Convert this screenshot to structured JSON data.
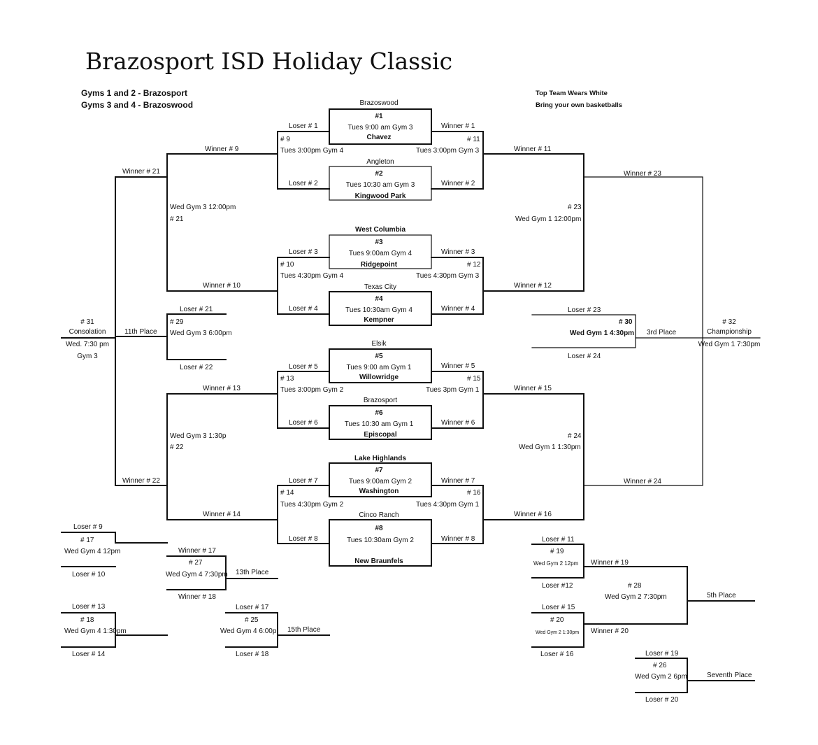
{
  "title": "Brazosport ISD Holiday Classic",
  "header": {
    "gyms_line1": "Gyms 1 and 2 - Brazosport",
    "gyms_line2": "Gyms 3 and 4 - Brazoswood",
    "note1": "Top Team Wears White",
    "note2": "Bring your own basketballs"
  },
  "first_round": [
    {
      "top": "Brazoswood",
      "num": "#1",
      "time": "Tues 9:00 am Gym 3",
      "bottom": "Chavez",
      "left": "Loser # 1",
      "right": "Winner # 1"
    },
    {
      "top": "Angleton",
      "num": "#2",
      "time": "Tues 10:30 am Gym 3",
      "bottom": "Kingwood Park",
      "left": "Loser # 2",
      "right": "Winner # 2"
    },
    {
      "top": "West Columbia",
      "num": "#3",
      "time": "Tues  9:00am Gym 4",
      "bottom": "Ridgepoint",
      "left": "Loser # 3",
      "right": "Winner # 3"
    },
    {
      "top": "Texas City",
      "num": "#4",
      "time": "Tues  10:30am Gym 4",
      "bottom": "Kempner",
      "left": "Loser # 4",
      "right": "Winner # 4"
    },
    {
      "top": "Elsik",
      "num": "#5",
      "time": "Tues  9:00 am Gym 1",
      "bottom": "Willowridge",
      "left": "Loser # 5",
      "right": "Winner # 5"
    },
    {
      "top": "Brazosport",
      "num": "#6",
      "time": "Tues  10:30 am Gym 1",
      "bottom": "Episcopal",
      "left": "Loser # 6",
      "right": "Winner # 6"
    },
    {
      "top": "Lake Highlands",
      "num": "#7",
      "time": "Tues  9:00am Gym 2",
      "bottom": "Washington",
      "left": "Loser # 7",
      "right": "Winner # 7"
    },
    {
      "top": "Cinco Ranch",
      "num": "#8",
      "time": "Tues  10:30am Gym  2",
      "bottom": "New Braunfels",
      "left": "Loser # 8",
      "right": "Winner # 8"
    }
  ],
  "second_round": {
    "g9": {
      "num": "# 9",
      "time": "Tues  3:00pm Gym 4"
    },
    "g11": {
      "num": "# 11",
      "time": "Tues  3:00pm Gym 3"
    },
    "g10": {
      "num": "# 10",
      "time": "Tues  4:30pm Gym 4"
    },
    "g12": {
      "num": "# 12",
      "time": "Tues  4:30pm Gym 3"
    },
    "g13": {
      "num": "# 13",
      "time": "Tues  3:00pm Gym 2"
    },
    "g15": {
      "num": "# 15",
      "time": "Tues  3pm Gym 1"
    },
    "g14": {
      "num": "# 14",
      "time": "Tues  4:30pm Gym 2"
    },
    "g16": {
      "num": "# 16",
      "time": "Tues  4:30pm Gym 1"
    }
  },
  "left_bracket": {
    "winner9": "Winner # 9",
    "winner10": "Winner # 10",
    "winner13": "Winner # 13",
    "winner14": "Winner # 14",
    "winner21": "Winner # 21",
    "winner22": "Winner # 22",
    "g21_time": "Wed Gym 3 12:00pm",
    "g21_num": "# 21",
    "g22_time": "Wed Gym 3 1:30p",
    "g22_num": "# 22",
    "g31_num": "# 31",
    "g31_name": "Consolation",
    "g31_time": "Wed. 7:30 pm",
    "g31_gym": "Gym 3",
    "g29_place": "11th Place",
    "g29_loser_top": "Loser # 21",
    "g29_num": "# 29",
    "g29_time": "Wed Gym 3 6:00pm",
    "g29_loser_bottom": "Loser # 22"
  },
  "right_bracket": {
    "winner11": "Winner # 11",
    "winner12": "Winner # 12",
    "winner15": "Winner # 15",
    "winner16": "Winner # 16",
    "winner23": "Winner # 23",
    "winner24": "Winner # 24",
    "g23_num": "# 23",
    "g23_time": "Wed Gym 1 12:00pm",
    "g24_num": "# 24",
    "g24_time": "Wed Gym 1 1:30pm",
    "g32_num": "# 32",
    "g32_name": "Championship",
    "g32_time": "Wed Gym 1 7:30pm",
    "g30_loser_top": "Loser # 23",
    "g30_num": "# 30",
    "g30_time": "Wed Gym 1 4:30pm",
    "g30_place": "3rd Place",
    "g30_loser_bottom": "Loser # 24"
  },
  "consolation_left": {
    "g17": {
      "top": "Loser # 9",
      "num": "# 17",
      "time": "Wed Gym 4 12pm",
      "bottom": "Loser # 10"
    },
    "g18": {
      "top": "Loser # 13",
      "num": "# 18",
      "time": "Wed Gym 4 1:30pm",
      "bottom": "Loser # 14"
    },
    "g27": {
      "top": "Winner # 17",
      "num": "# 27",
      "time": "Wed Gym 4 7:30pm",
      "bottom": "Winner # 18",
      "place": "13th Place"
    },
    "g25": {
      "top": "Loser # 17",
      "num": "# 25",
      "time": "Wed Gym 4 6:00p",
      "bottom": "Loser # 18",
      "place": "15th Place"
    }
  },
  "consolation_right": {
    "g19": {
      "top": "Loser # 11",
      "num": "# 19",
      "time": "Wed Gym 2 12pm",
      "bottom": "Loser #12",
      "winner": "Winner # 19"
    },
    "g20": {
      "top": "Loser # 15",
      "num": "# 20",
      "time": "Wed Gym 2 1:30pm",
      "bottom": "Loser  # 16",
      "winner": "Winner # 20"
    },
    "g28": {
      "num": "# 28",
      "time": "Wed Gym 2 7:30pm",
      "place": "5th Place"
    },
    "g26": {
      "top": "Loser # 19",
      "num": "# 26",
      "time": "Wed Gym 2 6pm",
      "bottom": "Loser # 20",
      "place": "Seventh Place"
    }
  }
}
